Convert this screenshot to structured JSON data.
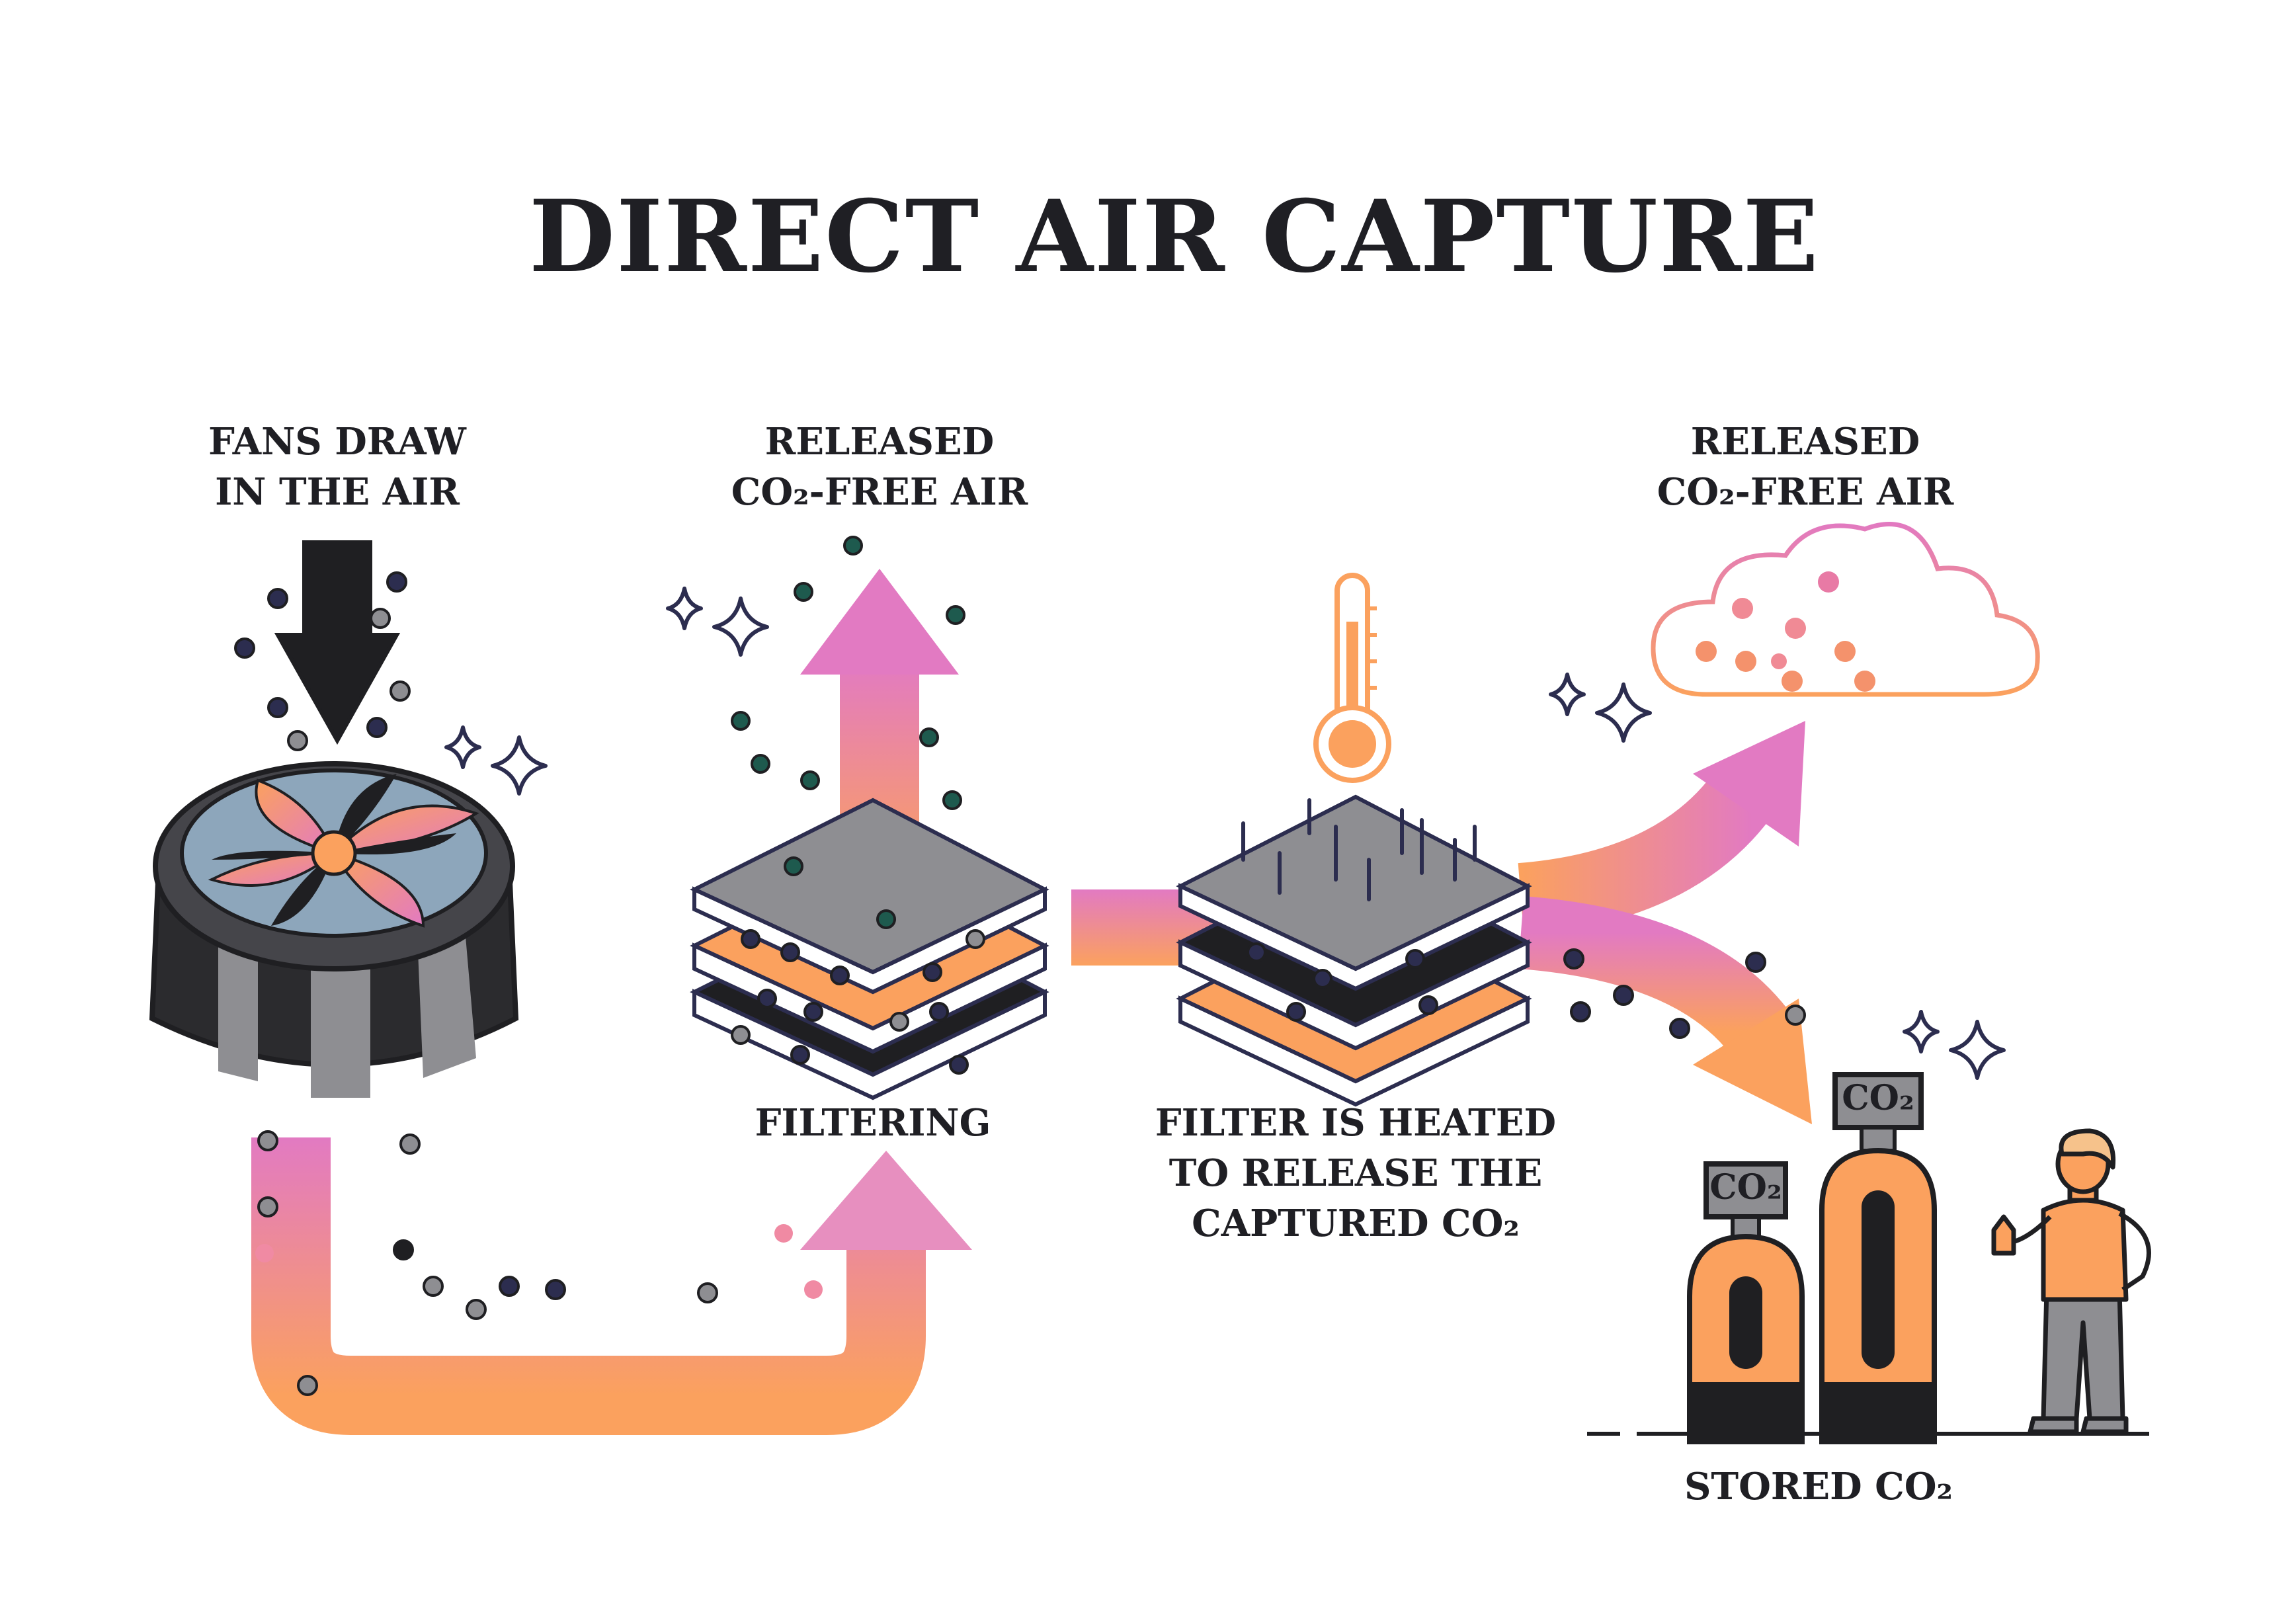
{
  "title": "DIRECT AIR CAPTURE",
  "labels": {
    "fans": [
      "FANS DRAW",
      "IN THE AIR"
    ],
    "released_left": [
      "RELEASED",
      "CO₂-FREE AIR"
    ],
    "filtering": "FILTERING",
    "heated": [
      "FILTER IS HEATED",
      "TO RELEASE THE",
      "CAPTURED CO₂"
    ],
    "released_right": [
      "RELEASED",
      "CO₂-FREE AIR"
    ],
    "stored": "STORED CO₂"
  },
  "cylinder_label": "CO₂",
  "colors": {
    "ink": "#25253a",
    "orange": "#fba15e",
    "pink": "#e279c0",
    "grey": "#8e8e92",
    "dark_grey": "#3a3a3e",
    "teal": "#1e5a4e",
    "navy": "#2c2d4f",
    "cloud_dot": "#f4926c"
  }
}
